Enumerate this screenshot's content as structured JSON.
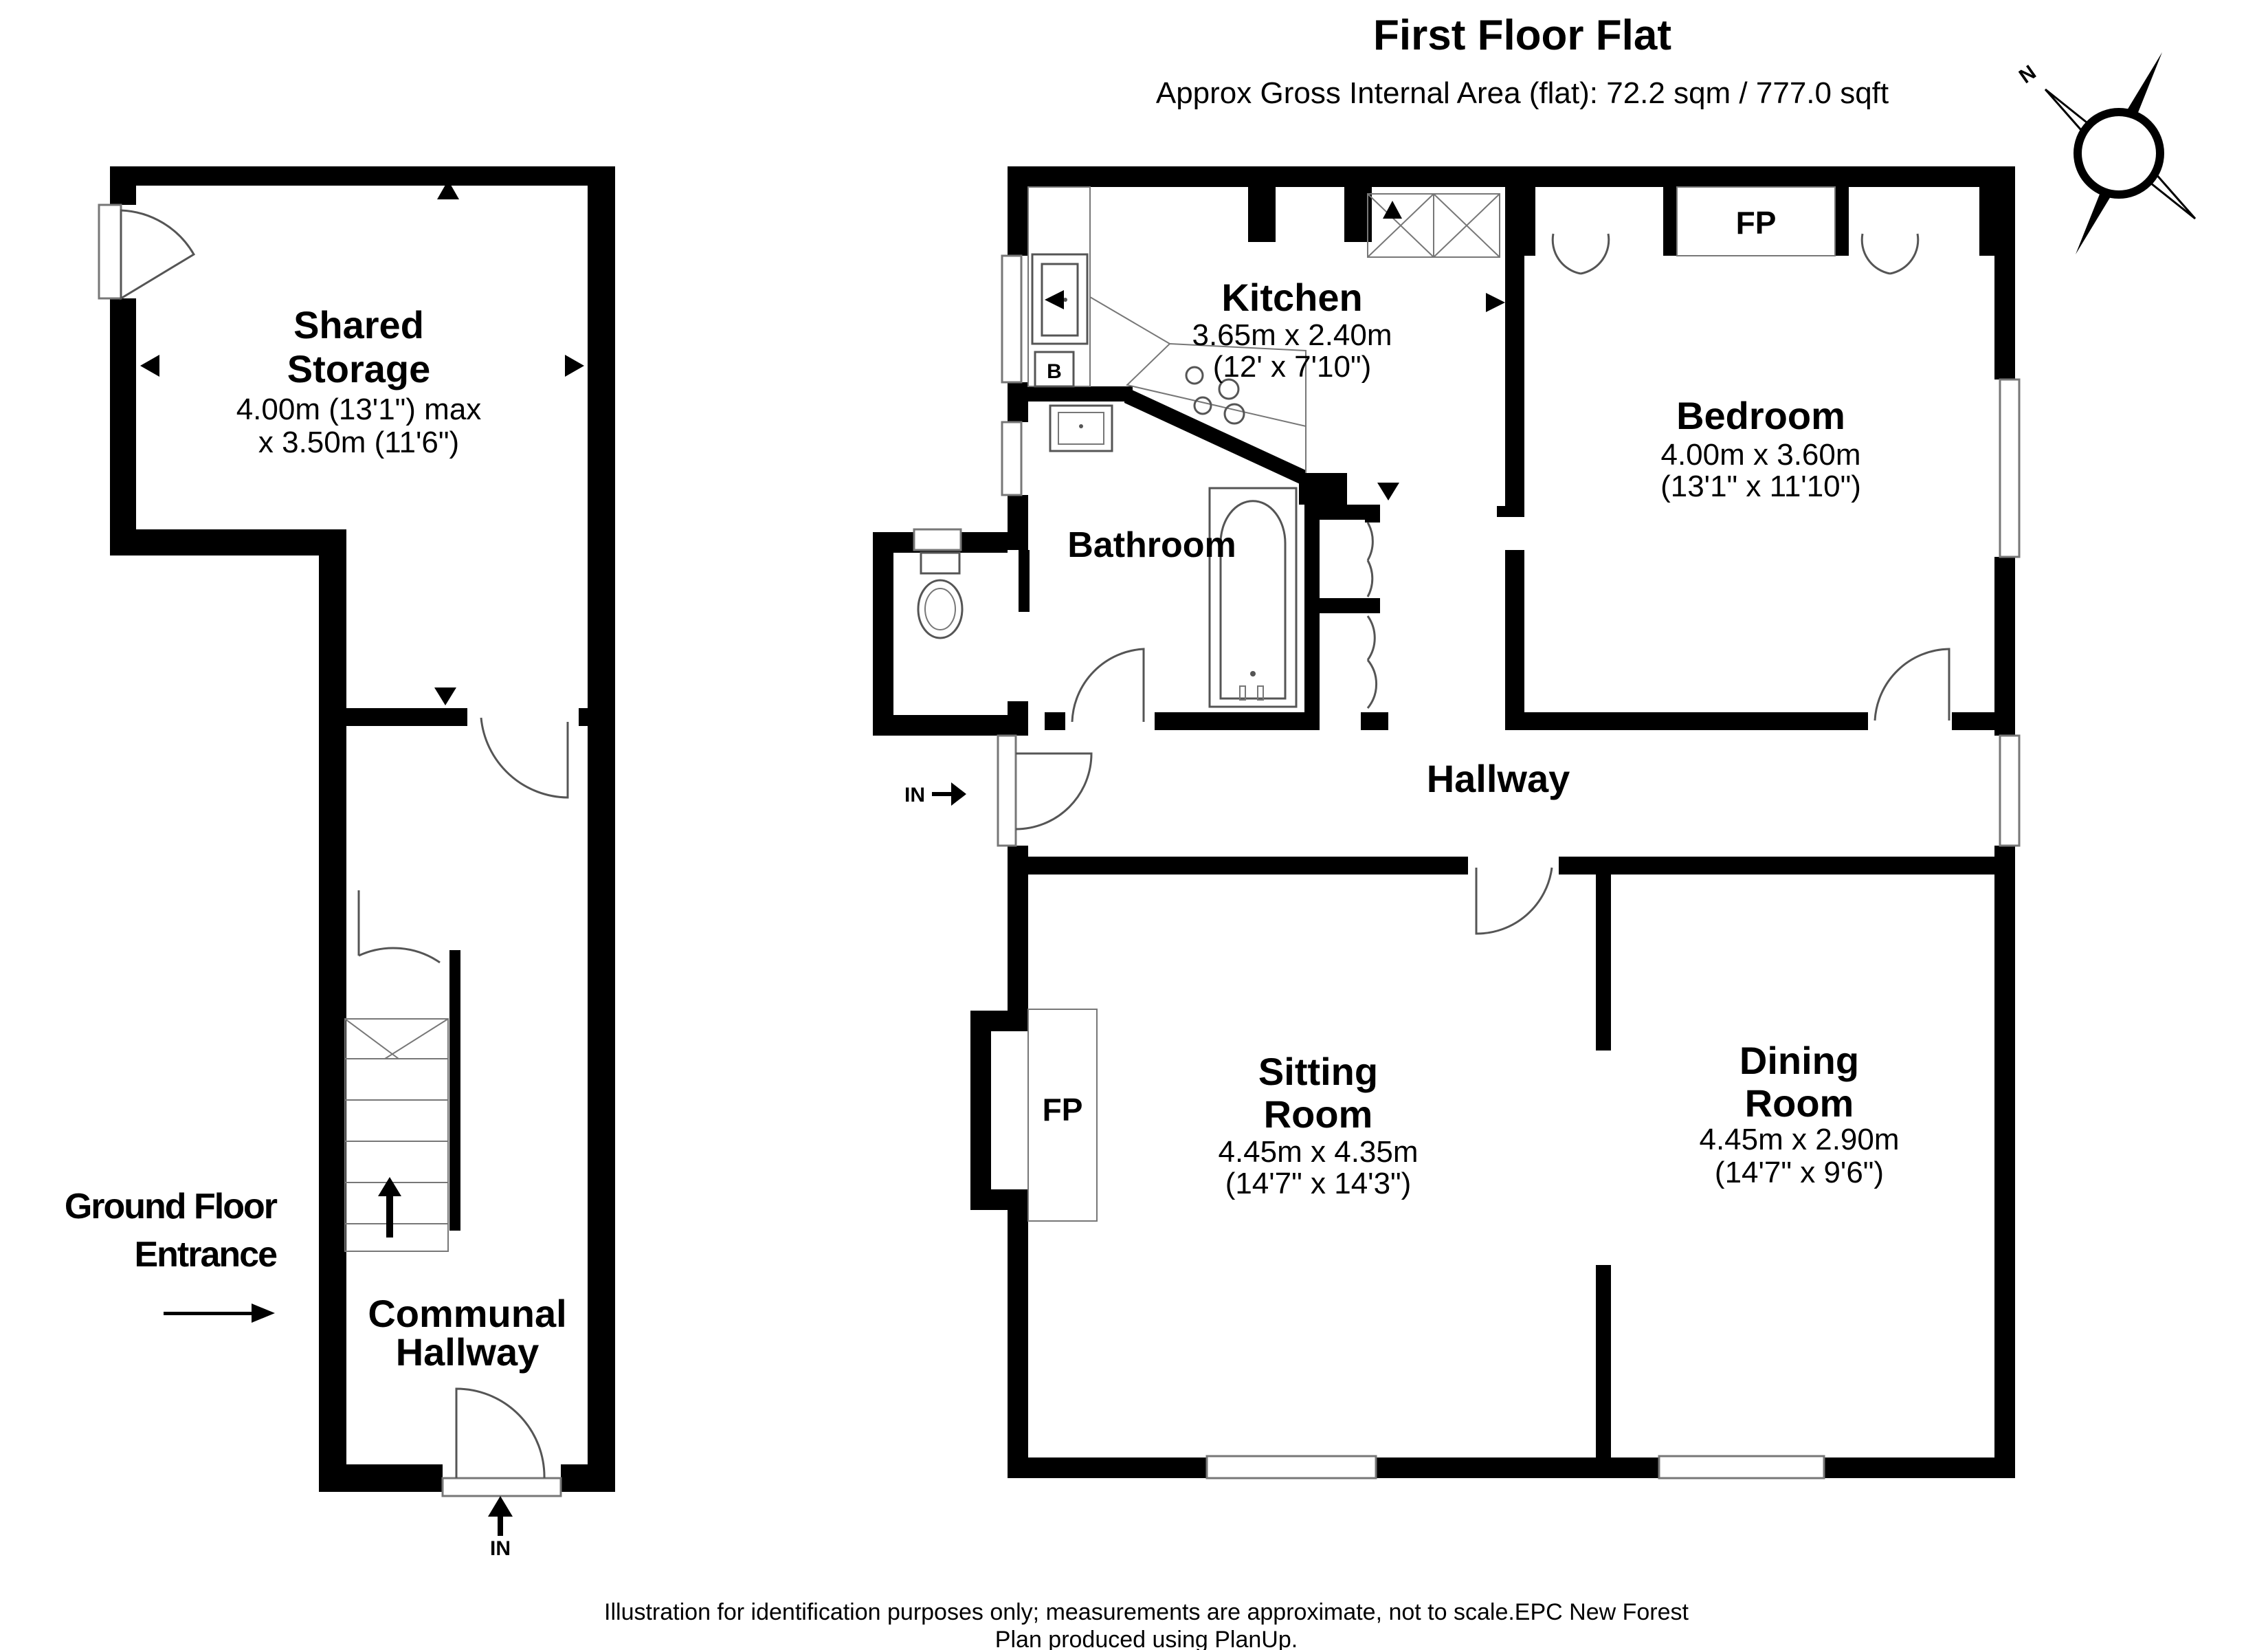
{
  "header": {
    "title": "First Floor Flat",
    "area": "Approx Gross Internal Area (flat): 72.2 sqm / 777.0 sqft"
  },
  "compass": {
    "label": "N",
    "icon": "compass-icon"
  },
  "rooms": {
    "shared_storage": {
      "name_1": "Shared",
      "name_2": "Storage",
      "dim_1": "4.00m (13'1\") max",
      "dim_2": "x 3.50m (11'6\")"
    },
    "communal_hallway": {
      "name_1": "Communal",
      "name_2": "Hallway"
    },
    "kitchen": {
      "name": "Kitchen",
      "dim_1": "3.65m x 2.40m",
      "dim_2": "(12' x 7'10\")"
    },
    "bathroom": {
      "name": "Bathroom"
    },
    "bedroom": {
      "name": "Bedroom",
      "dim_1": "4.00m x 3.60m",
      "dim_2": "(13'1\" x 11'10\")"
    },
    "hallway": {
      "name": "Hallway"
    },
    "sitting_room": {
      "name_1": "Sitting",
      "name_2": "Room",
      "dim_1": "4.45m x 4.35m",
      "dim_2": "(14'7\" x 14'3\")"
    },
    "dining_room": {
      "name_1": "Dining",
      "name_2": "Room",
      "dim_1": "4.45m x 2.90m",
      "dim_2": "(14'7\" x 9'6\")"
    }
  },
  "labels": {
    "ground_floor_1": "Ground Floor",
    "ground_floor_2": "Entrance",
    "in_flat": "IN",
    "in_ground": "IN",
    "fireplace_bedroom": "FP",
    "fireplace_sitting": "FP",
    "boiler": "B"
  },
  "footer": {
    "line_1": "Illustration for identification purposes only; measurements are approximate, not to scale.EPC New Forest",
    "line_2": "Plan produced using PlanUp."
  }
}
